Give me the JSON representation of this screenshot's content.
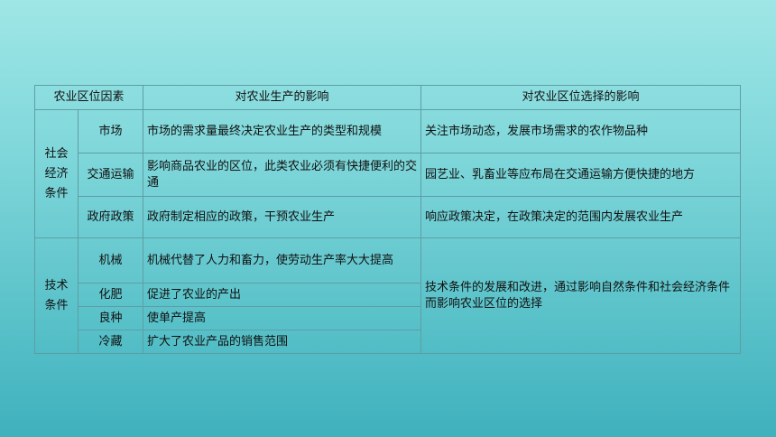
{
  "table": {
    "headers": [
      "农业区位因素",
      "对农业生产的影响",
      "对农业区位选择的影响"
    ],
    "groups": [
      {
        "label_lines": [
          "社会",
          "经济",
          "条件"
        ],
        "rows": [
          {
            "factor": "市场",
            "production": "市场的需求量最终决定农业生产的类型和规模",
            "location": "关注市场动态，发展市场需求的农作物品种"
          },
          {
            "factor": "交通运输",
            "production": "影响商品农业的区位，此类农业必须有快捷便利的交通",
            "location": "园艺业、乳畜业等应布局在交通运输方便快捷的地方"
          },
          {
            "factor": "政府政策",
            "production": "政府制定相应的政策，干预农业生产",
            "location": "响应政策决定，在政策决定的范围内发展农业生产"
          }
        ]
      },
      {
        "label_lines": [
          "技术",
          "条件"
        ],
        "location": "技术条件的发展和改进，通过影响自然条件和社会经济条件而影响农业区位的选择",
        "rows": [
          {
            "factor": "机械",
            "production": "机械代替了人力和畜力，使劳动生产率大大提高"
          },
          {
            "factor": "化肥",
            "production": "促进了农业的产出"
          },
          {
            "factor": "良种",
            "production": "使单产提高"
          },
          {
            "factor": "冷藏",
            "production": "扩大了农业产品的销售范围"
          }
        ]
      }
    ]
  }
}
